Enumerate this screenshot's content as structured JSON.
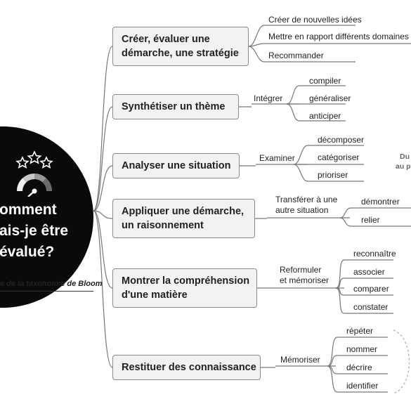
{
  "center": {
    "title_lines": [
      "omment",
      "ais-je être",
      "évalué?"
    ],
    "caption": "e de la taxonomie de Bloom"
  },
  "side_note": {
    "line1": "Du",
    "line2": "au pl"
  },
  "branches": [
    {
      "title_lines": [
        "Créer, évaluer une",
        "démarche, une stratégie"
      ],
      "items": [
        "Créer de nouvelles idées",
        "Mettre en rapport différents domaines",
        "Recommander"
      ]
    },
    {
      "title_lines": [
        "Synthétiser un thème"
      ],
      "connector_lines": [
        "Intégrer"
      ],
      "items": [
        "compiler",
        "généraliser",
        "anticiper"
      ]
    },
    {
      "title_lines": [
        "Analyser une situation"
      ],
      "connector_lines": [
        "Examiner"
      ],
      "items": [
        "décomposer",
        "catégoriser",
        "prioriser"
      ]
    },
    {
      "title_lines": [
        "Appliquer une démarche,",
        "un raisonnement"
      ],
      "connector_lines": [
        "Transférer à une",
        "autre situation"
      ],
      "items": [
        "démontrer",
        "relier"
      ]
    },
    {
      "title_lines": [
        "Montrer la compréhension",
        "d'une matière"
      ],
      "connector_lines": [
        "Reformuler",
        "et mémoriser"
      ],
      "items": [
        "reconnaître",
        "associer",
        "comparer",
        "constater"
      ]
    },
    {
      "title_lines": [
        "Restituer des connaissance"
      ],
      "connector_lines": [
        "Mémoriser"
      ],
      "items": [
        "répéter",
        "nommer",
        "décrire",
        "identifier"
      ]
    }
  ]
}
